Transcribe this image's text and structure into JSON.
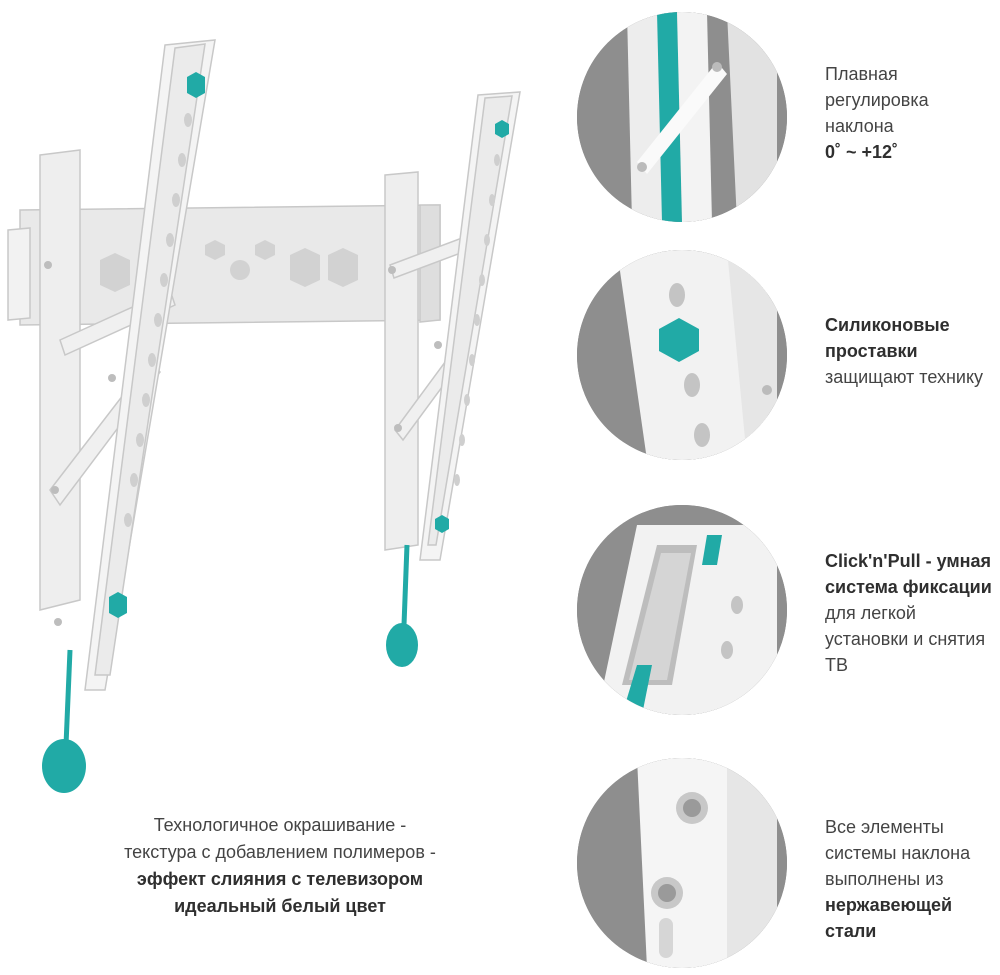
{
  "features": [
    {
      "normal": "Плавная регулировка наклона",
      "bold": "0˚ ~ +12˚"
    },
    {
      "bold": "Силиконовые проставки",
      "normal": "защищают технику"
    },
    {
      "bold": "Click'n'Pull - умная система фиксации",
      "normal": "для легкой установки и снятия ТВ"
    },
    {
      "normal": "Все элементы системы наклона выполнены из",
      "bold": "нержавеющей стали"
    }
  ],
  "bottom_text": {
    "line1": "Технологичное окрашивание -",
    "line2": "текстура с добавлением полимеров -",
    "line3": "эффект слияния с телевизором",
    "line4": "идеальный белый цвет"
  },
  "colors": {
    "accent": "#21aaa6",
    "metal": "#ececec",
    "background_circle": "#8e8e8e"
  }
}
